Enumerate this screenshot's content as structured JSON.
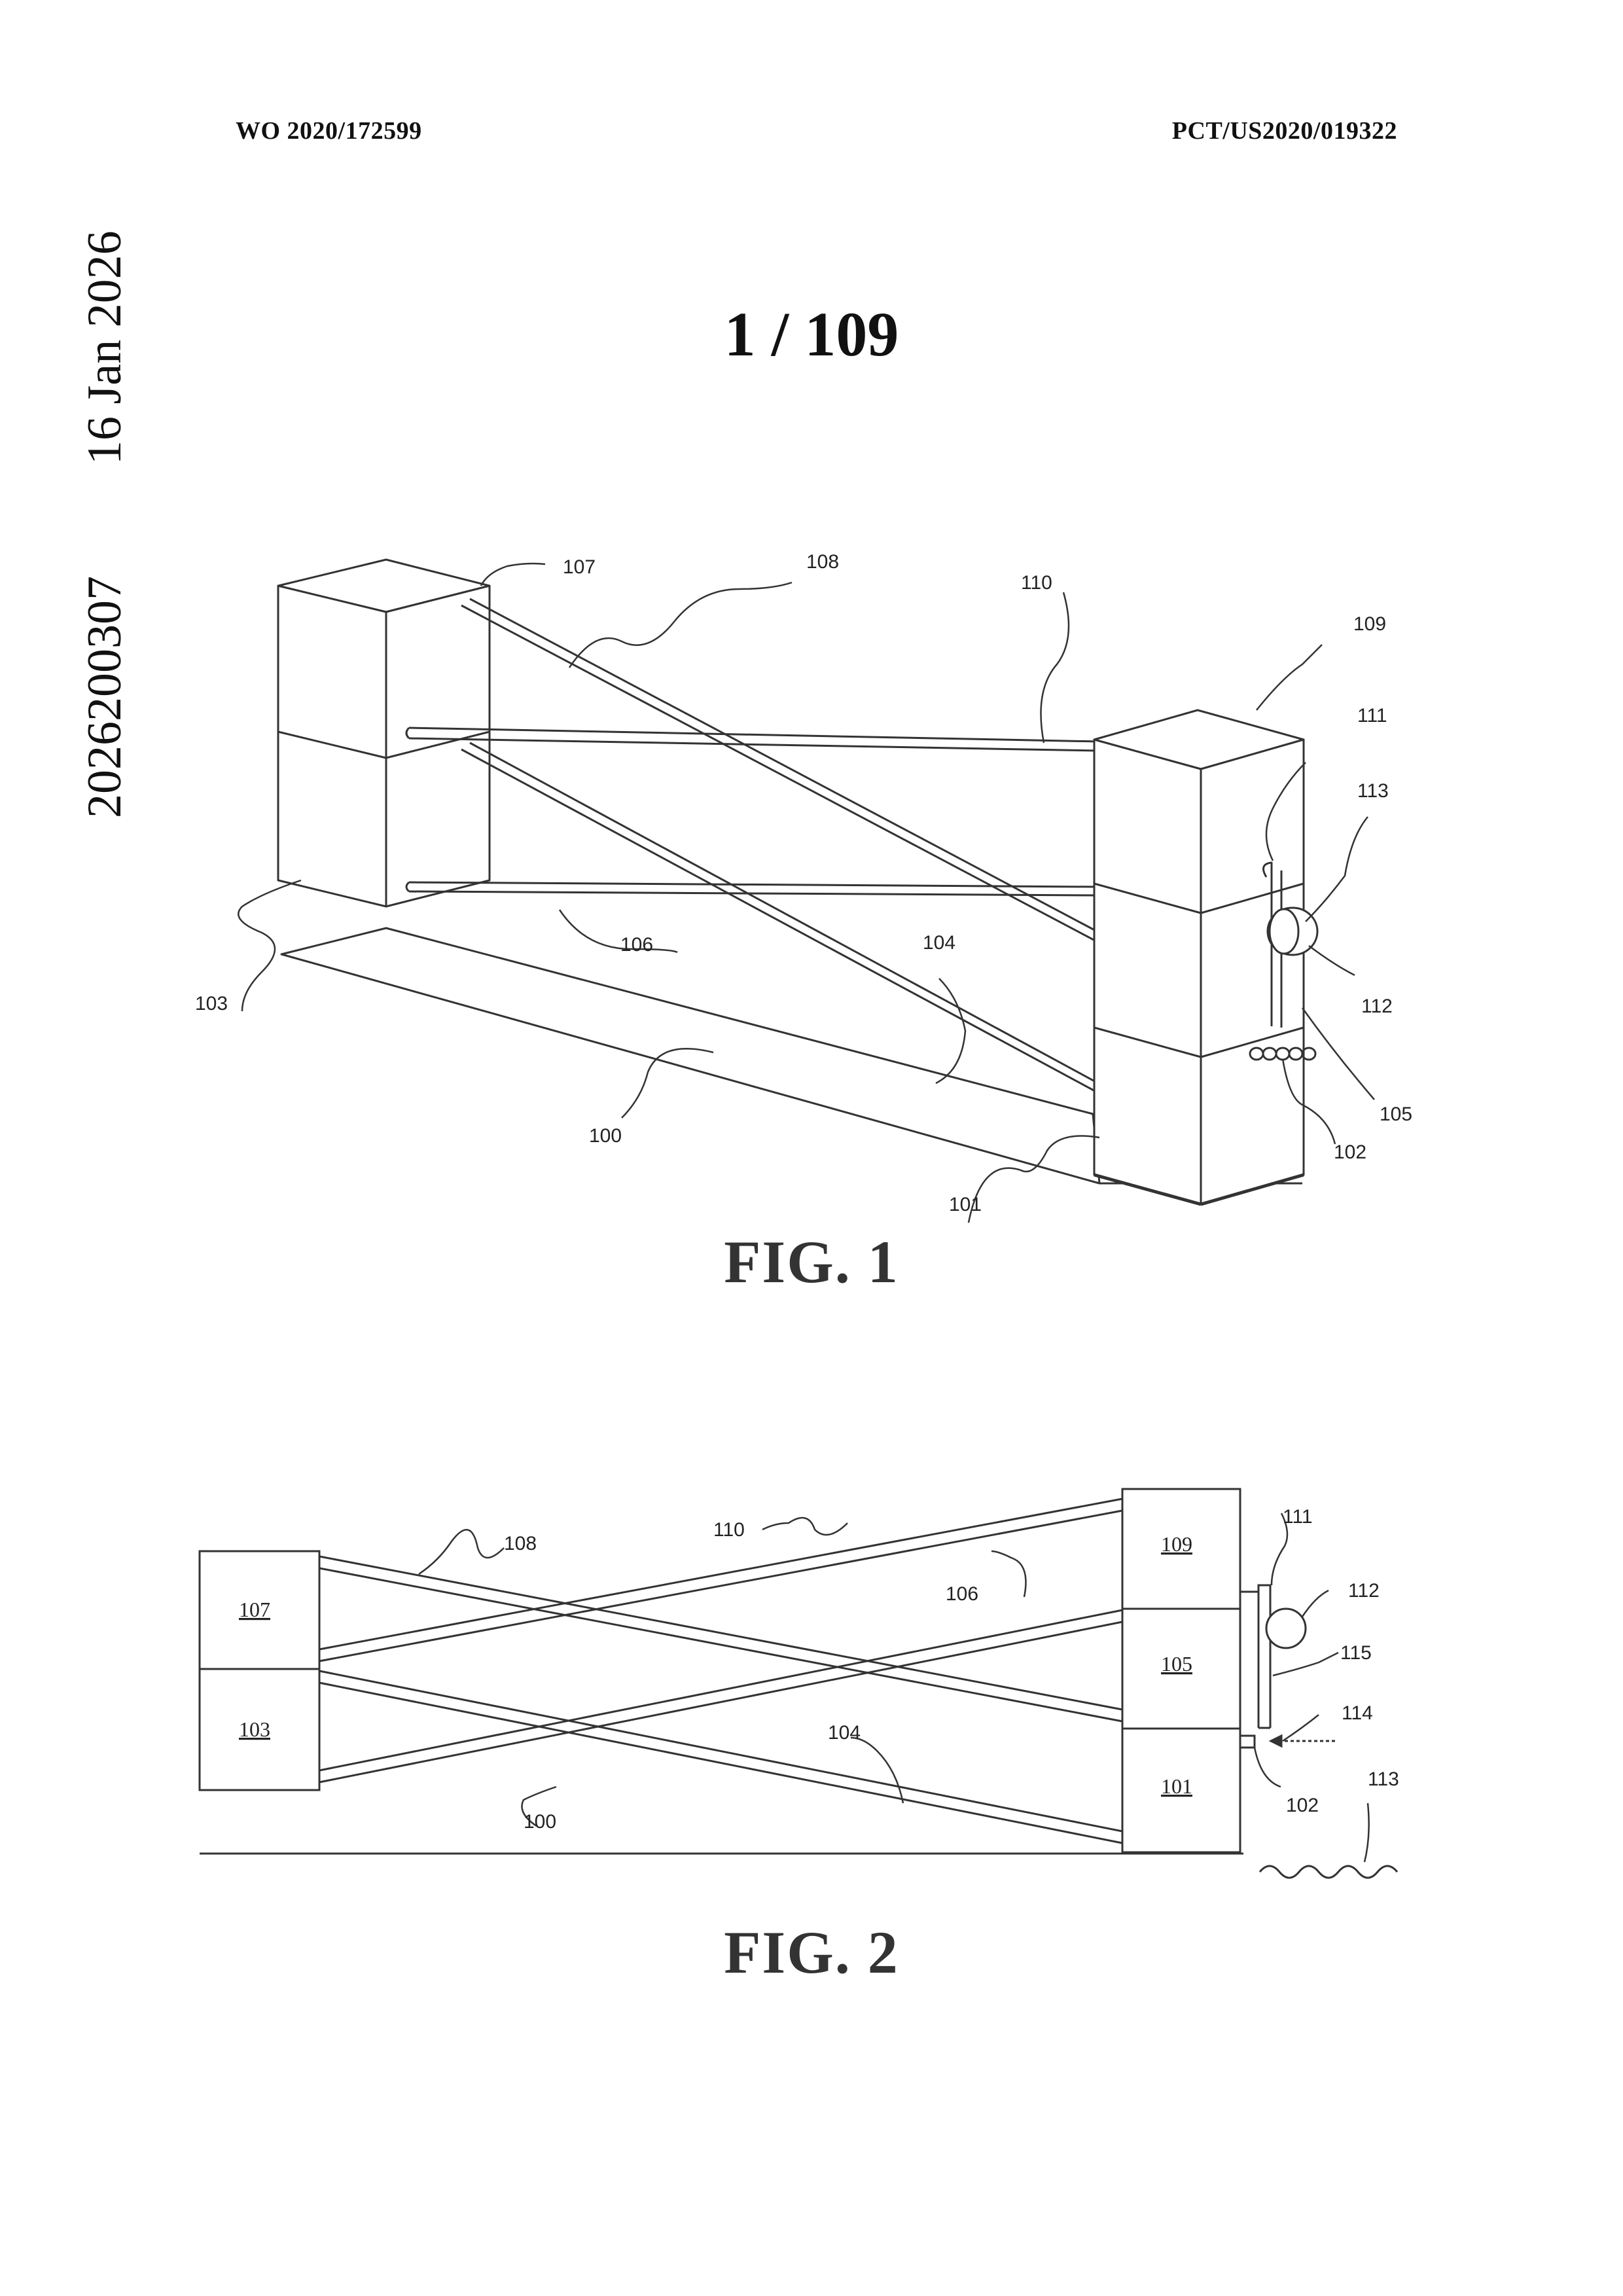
{
  "header": {
    "publication_number": "WO 2020/172599",
    "application_number": "PCT/US2020/019322"
  },
  "side_stamp": {
    "date": "16 Jan 2026",
    "number": "2026200307"
  },
  "sheet_number": "1 / 109",
  "fig1": {
    "caption": "FIG. 1",
    "labels": {
      "l100": "100",
      "l101": "101",
      "l102": "102",
      "l103": "103",
      "l104": "104",
      "l105": "105",
      "l106": "106",
      "l107": "107",
      "l108": "108",
      "l109": "109",
      "l110": "110",
      "l111": "111",
      "l112": "112",
      "l113": "113"
    }
  },
  "fig2": {
    "caption": "FIG. 2",
    "box_labels": {
      "b107": "107",
      "b103": "103",
      "b109": "109",
      "b105": "105",
      "b101": "101"
    },
    "labels": {
      "l100": "100",
      "l102": "102",
      "l104": "104",
      "l106": "106",
      "l108": "108",
      "l110": "110",
      "l111": "111",
      "l112": "112",
      "l113": "113",
      "l114": "114",
      "l115": "115"
    }
  }
}
